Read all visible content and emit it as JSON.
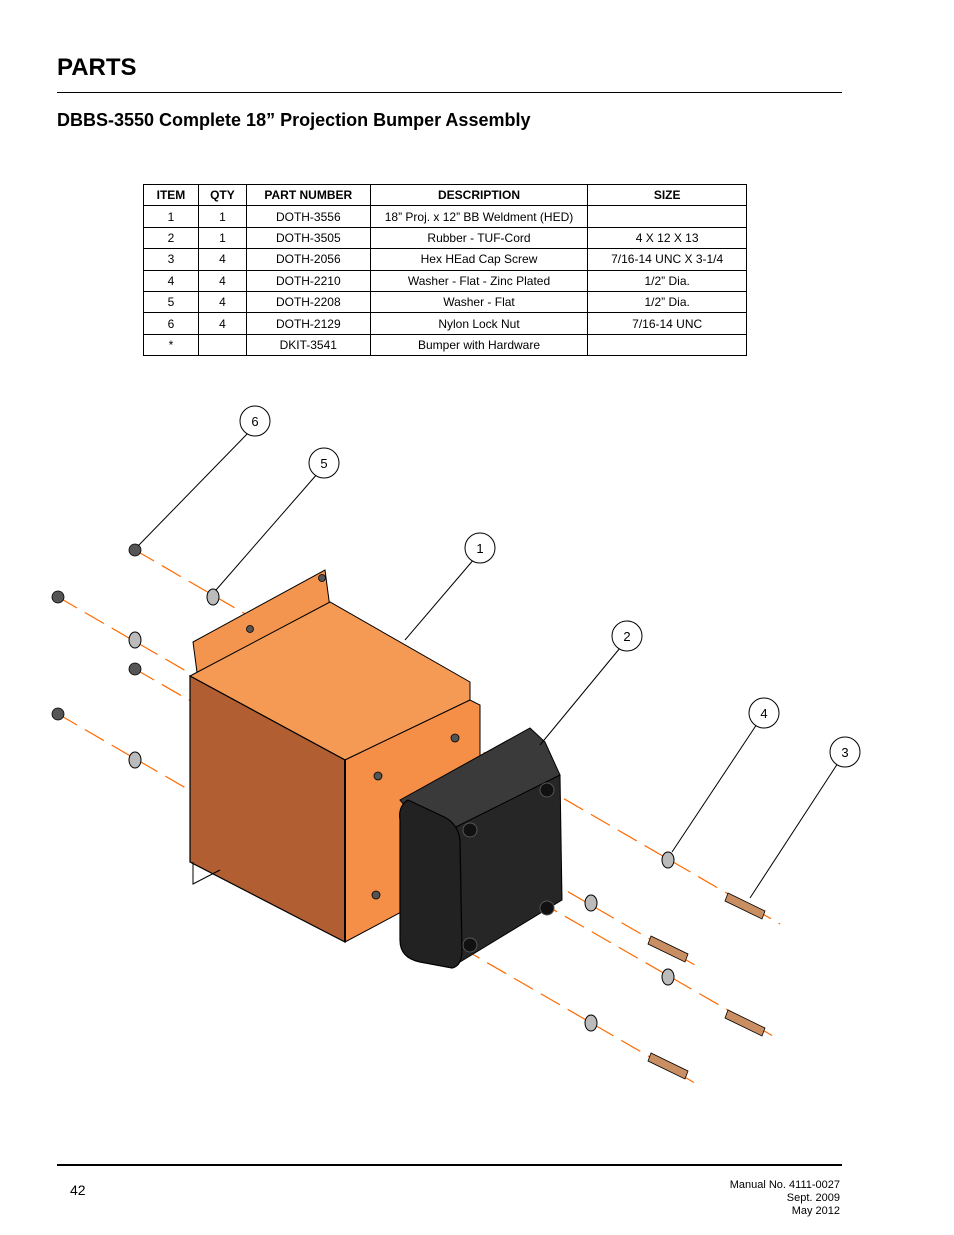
{
  "header": {
    "section_title": "PARTS",
    "assembly_title": "DBBS-3550 Complete 18” Projection Bumper Assembly"
  },
  "parts_table": {
    "columns": [
      "ITEM",
      "QTY",
      "PART NUMBER",
      "DESCRIPTION",
      "SIZE"
    ],
    "rows": [
      [
        "1",
        "1",
        "DOTH-3556",
        "18” Proj. x 12” BB Weldment (HED)",
        ""
      ],
      [
        "2",
        "1",
        "DOTH-3505",
        "Rubber - TUF-Cord",
        "4 X 12 X 13"
      ],
      [
        "3",
        "4",
        "DOTH-2056",
        "Hex HEad Cap Screw",
        "7/16-14 UNC X 3-1/4"
      ],
      [
        "4",
        "4",
        "DOTH-2210",
        "Washer - Flat - Zinc Plated",
        "1/2” Dia."
      ],
      [
        "5",
        "4",
        "DOTH-2208",
        "Washer - Flat",
        "1/2” Dia."
      ],
      [
        "6",
        "4",
        "DOTH-2129",
        "Nylon Lock Nut",
        "7/16-14 UNC"
      ],
      [
        "*",
        "",
        "DKIT-3541",
        "Bumper with Hardware",
        ""
      ]
    ]
  },
  "diagram": {
    "callouts": [
      "6",
      "5",
      "1",
      "2",
      "4",
      "3"
    ],
    "colors": {
      "weldment": "#f4954f",
      "weldment_dark": "#b15e33",
      "rubber": "#2a2a2a",
      "axis": "#ff6a00",
      "bolt": "#c98e62"
    }
  },
  "footer": {
    "page_number": "42",
    "manual_no": "Manual No. 4111-0027",
    "date1": "Sept. 2009",
    "date2": "May 2012"
  }
}
